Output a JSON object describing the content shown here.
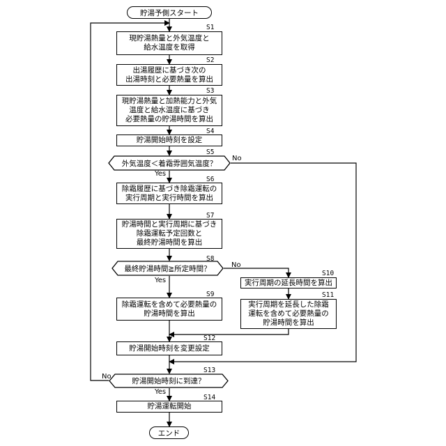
{
  "nodes": {
    "start": "貯湯予側スタート",
    "s1": [
      "現貯湯熱量と外気温度と",
      "給水温度を取得"
    ],
    "s2": [
      "出湯履歴に基づき次の",
      "出湯時刻と必要熱量を算出"
    ],
    "s3": [
      "現貯湯熱量と加熱能力と外気",
      "温度と給水温度に基づき",
      "必要熱量の貯湯時間を算出"
    ],
    "s4": [
      "貯湯開始時刻を設定"
    ],
    "s5": "外気温度＜着霜雰囲気温度？",
    "s6": [
      "除霜履歴に基づき除霜運転の",
      "実行周期と実行時間を算出"
    ],
    "s7": [
      "貯湯時間と実行周期に基づき",
      "除霜運転予定回数と",
      "最終貯湯時間を算出"
    ],
    "s8": "最終貯湯時間≧所定時間？",
    "s9": [
      "除霜運転を含めて必要熱量の",
      "貯湯時間を算出"
    ],
    "s10": [
      "実行周期の延長時間を算出"
    ],
    "s11": [
      "実行周期を延長した除霜",
      "運転を含めて必要熱量の",
      "貯湯時間を算出"
    ],
    "s12": [
      "貯湯開始時刻を変更設定"
    ],
    "s13": "貯湯開始時刻に到達？",
    "s14": [
      "貯湯運転開始"
    ],
    "end": "エンド"
  },
  "step_labels": {
    "s1": "S1",
    "s2": "S2",
    "s3": "S3",
    "s4": "S4",
    "s5": "S5",
    "s6": "S6",
    "s7": "S7",
    "s8": "S8",
    "s9": "S9",
    "s10": "S10",
    "s11": "S11",
    "s12": "S12",
    "s13": "S13",
    "s14": "S14"
  },
  "branch_labels": {
    "s5_yes": "Yes",
    "s5_no": "No",
    "s8_yes": "Yes",
    "s8_no": "No",
    "s13_yes": "Yes",
    "s13_no": "No"
  }
}
